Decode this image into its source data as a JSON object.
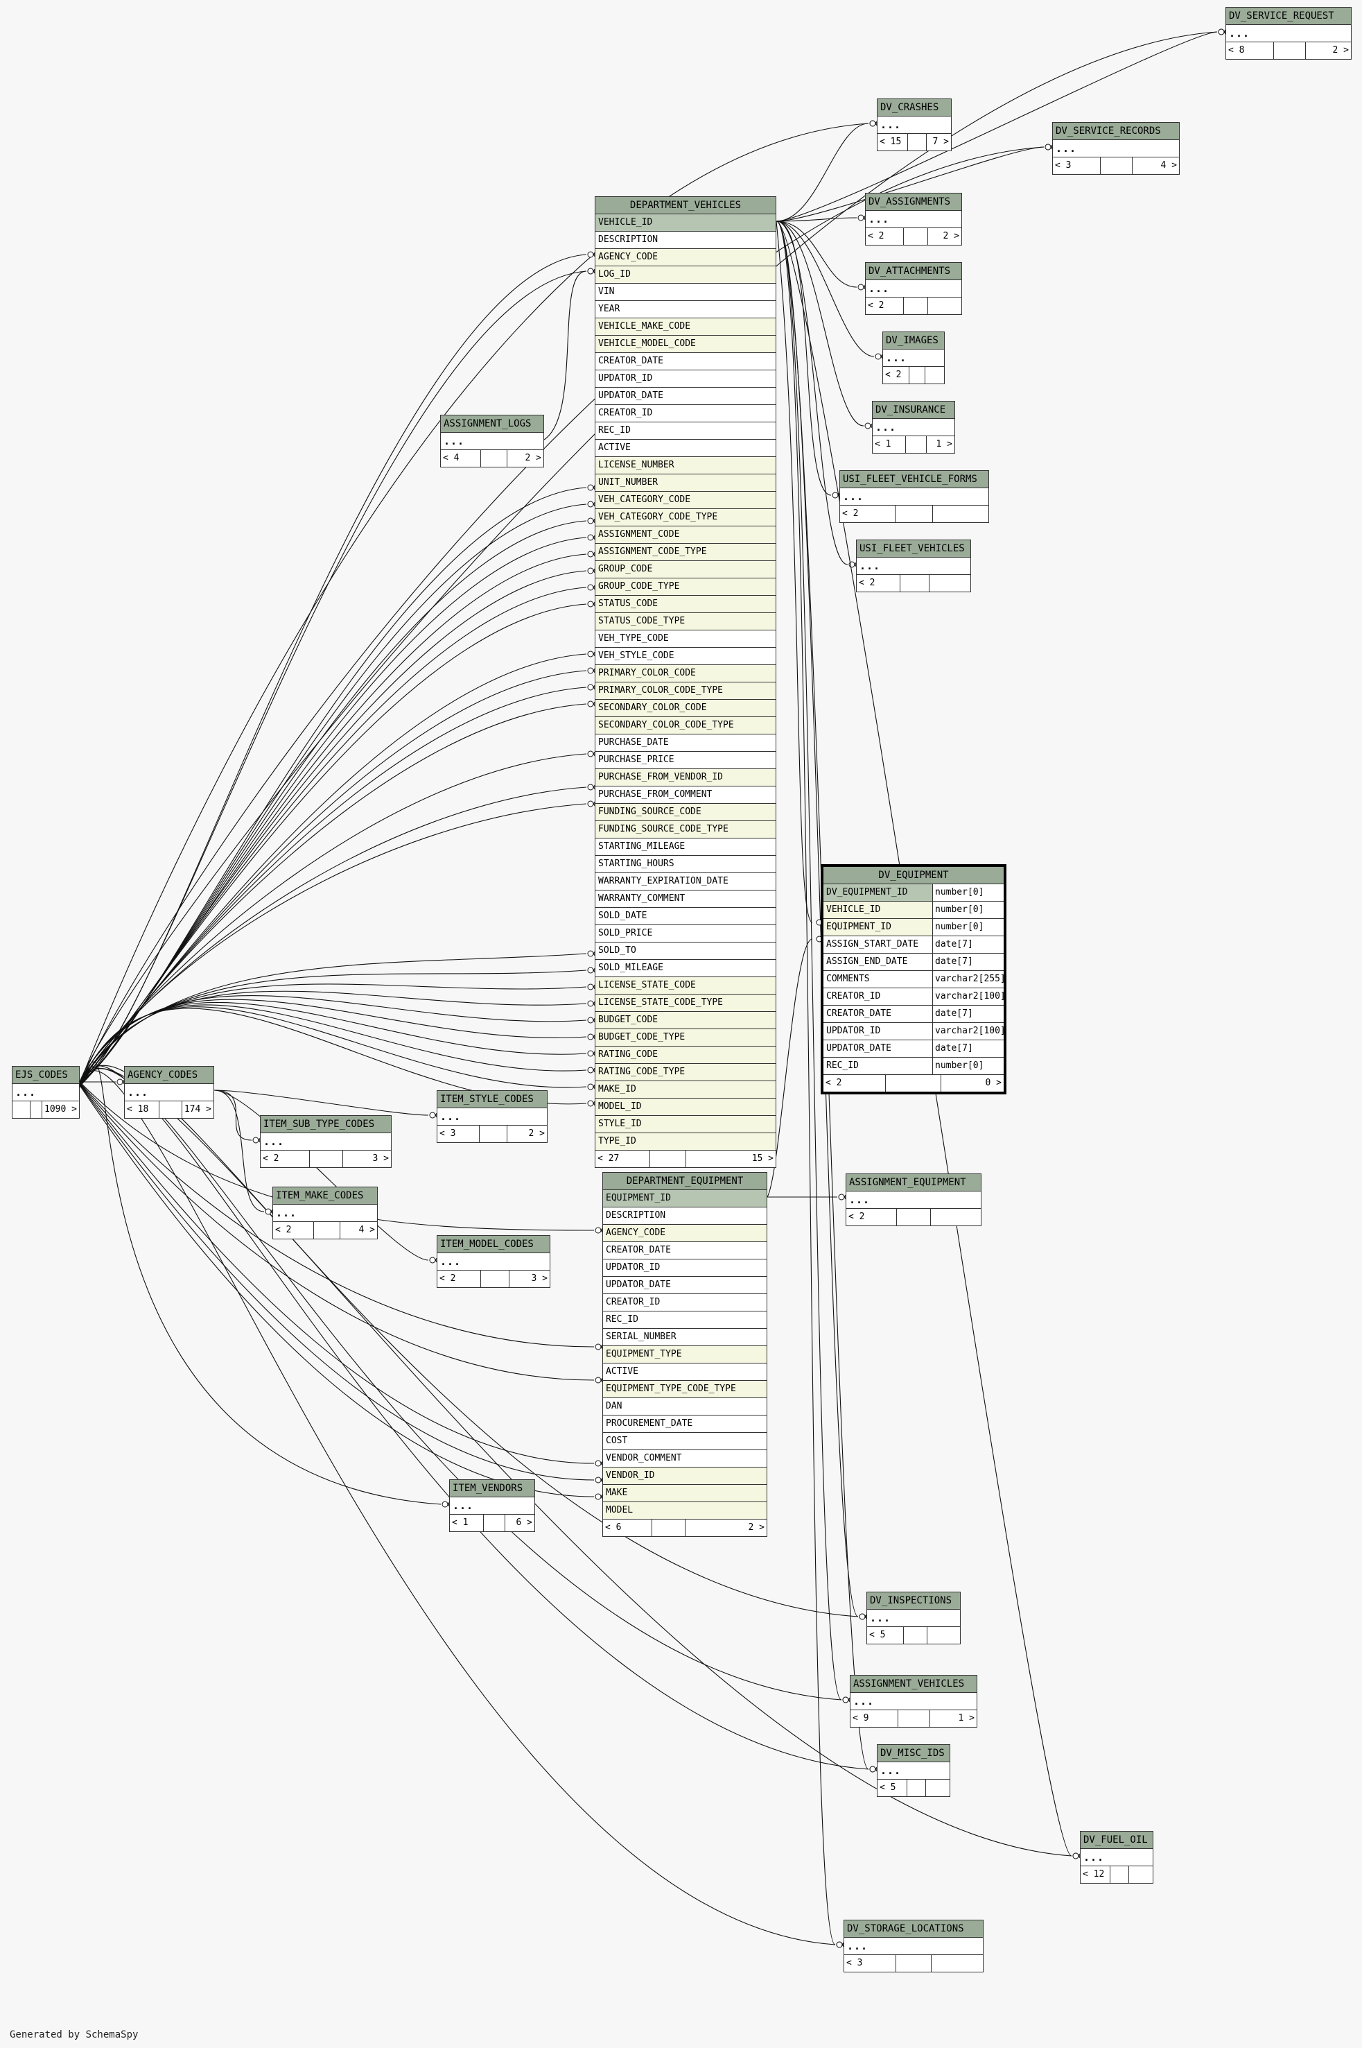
{
  "footer": "Generated by SchemaSpy",
  "tables": {
    "dv_service_request": {
      "name": "DV_SERVICE_REQUEST",
      "ellipsis": "...",
      "parents": "< 8",
      "children": "2 >"
    },
    "dv_crashes": {
      "name": "DV_CRASHES",
      "ellipsis": "...",
      "parents": "< 15",
      "children": "7 >"
    },
    "dv_service_records": {
      "name": "DV_SERVICE_RECORDS",
      "ellipsis": "...",
      "parents": "< 3",
      "children": "4 >"
    },
    "dv_assignments": {
      "name": "DV_ASSIGNMENTS",
      "ellipsis": "...",
      "parents": "< 2",
      "children": "2 >"
    },
    "dv_attachments": {
      "name": "DV_ATTACHMENTS",
      "ellipsis": "...",
      "parents": "< 2",
      "children": ""
    },
    "dv_images": {
      "name": "DV_IMAGES",
      "ellipsis": "...",
      "parents": "< 2",
      "children": ""
    },
    "dv_insurance": {
      "name": "DV_INSURANCE",
      "ellipsis": "...",
      "parents": "< 1",
      "children": "1 >"
    },
    "usi_fleet_vehicle_forms": {
      "name": "USI_FLEET_VEHICLE_FORMS",
      "ellipsis": "...",
      "parents": "< 2",
      "children": ""
    },
    "usi_fleet_vehicles": {
      "name": "USI_FLEET_VEHICLES",
      "ellipsis": "...",
      "parents": "< 2",
      "children": ""
    },
    "assignment_logs": {
      "name": "ASSIGNMENT_LOGS",
      "ellipsis": "...",
      "parents": "< 4",
      "children": "2 >"
    },
    "ejs_codes": {
      "name": "EJS_CODES",
      "ellipsis": "...",
      "parents": "",
      "children": "1090 >"
    },
    "agency_codes": {
      "name": "AGENCY_CODES",
      "ellipsis": "...",
      "parents": "< 18",
      "children": "174 >"
    },
    "item_style_codes": {
      "name": "ITEM_STYLE_CODES",
      "ellipsis": "...",
      "parents": "< 3",
      "children": "2 >"
    },
    "item_sub_type_codes": {
      "name": "ITEM_SUB_TYPE_CODES",
      "ellipsis": "...",
      "parents": "< 2",
      "children": "3 >"
    },
    "item_make_codes": {
      "name": "ITEM_MAKE_CODES",
      "ellipsis": "...",
      "parents": "< 2",
      "children": "4 >"
    },
    "item_model_codes": {
      "name": "ITEM_MODEL_CODES",
      "ellipsis": "...",
      "parents": "< 2",
      "children": "3 >"
    },
    "item_vendors": {
      "name": "ITEM_VENDORS",
      "ellipsis": "...",
      "parents": "< 1",
      "children": "6 >"
    },
    "assignment_equipment": {
      "name": "ASSIGNMENT_EQUIPMENT",
      "ellipsis": "...",
      "parents": "< 2",
      "children": ""
    },
    "dv_inspections": {
      "name": "DV_INSPECTIONS",
      "ellipsis": "...",
      "parents": "< 5",
      "children": ""
    },
    "assignment_vehicles": {
      "name": "ASSIGNMENT_VEHICLES",
      "ellipsis": "...",
      "parents": "< 9",
      "children": "1 >"
    },
    "dv_misc_ids": {
      "name": "DV_MISC_IDS",
      "ellipsis": "...",
      "parents": "< 5",
      "children": ""
    },
    "dv_fuel_oil": {
      "name": "DV_FUEL_OIL",
      "ellipsis": "...",
      "parents": "< 12",
      "children": ""
    },
    "dv_storage_locations": {
      "name": "DV_STORAGE_LOCATIONS",
      "ellipsis": "...",
      "parents": "< 3",
      "children": ""
    }
  },
  "department_vehicles": {
    "name": "DEPARTMENT_VEHICLES",
    "parents": "< 27",
    "children": "15 >",
    "columns": [
      {
        "n": "VEHICLE_ID",
        "k": "pk"
      },
      {
        "n": "DESCRIPTION",
        "k": ""
      },
      {
        "n": "AGENCY_CODE",
        "k": "fk"
      },
      {
        "n": "LOG_ID",
        "k": "fk"
      },
      {
        "n": "VIN",
        "k": ""
      },
      {
        "n": "YEAR",
        "k": ""
      },
      {
        "n": "VEHICLE_MAKE_CODE",
        "k": "fk"
      },
      {
        "n": "VEHICLE_MODEL_CODE",
        "k": "fk"
      },
      {
        "n": "CREATOR_DATE",
        "k": ""
      },
      {
        "n": "UPDATOR_ID",
        "k": ""
      },
      {
        "n": "UPDATOR_DATE",
        "k": ""
      },
      {
        "n": "CREATOR_ID",
        "k": ""
      },
      {
        "n": "REC_ID",
        "k": ""
      },
      {
        "n": "ACTIVE",
        "k": ""
      },
      {
        "n": "LICENSE_NUMBER",
        "k": "fk"
      },
      {
        "n": "UNIT_NUMBER",
        "k": "fk"
      },
      {
        "n": "VEH_CATEGORY_CODE",
        "k": "fk"
      },
      {
        "n": "VEH_CATEGORY_CODE_TYPE",
        "k": "fk"
      },
      {
        "n": "ASSIGNMENT_CODE",
        "k": "fk"
      },
      {
        "n": "ASSIGNMENT_CODE_TYPE",
        "k": "fk"
      },
      {
        "n": "GROUP_CODE",
        "k": "fk"
      },
      {
        "n": "GROUP_CODE_TYPE",
        "k": "fk"
      },
      {
        "n": "STATUS_CODE",
        "k": "fk"
      },
      {
        "n": "STATUS_CODE_TYPE",
        "k": "fk"
      },
      {
        "n": "VEH_TYPE_CODE",
        "k": ""
      },
      {
        "n": "VEH_STYLE_CODE",
        "k": ""
      },
      {
        "n": "PRIMARY_COLOR_CODE",
        "k": "fk"
      },
      {
        "n": "PRIMARY_COLOR_CODE_TYPE",
        "k": "fk"
      },
      {
        "n": "SECONDARY_COLOR_CODE",
        "k": "fk"
      },
      {
        "n": "SECONDARY_COLOR_CODE_TYPE",
        "k": "fk"
      },
      {
        "n": "PURCHASE_DATE",
        "k": ""
      },
      {
        "n": "PURCHASE_PRICE",
        "k": ""
      },
      {
        "n": "PURCHASE_FROM_VENDOR_ID",
        "k": "fk"
      },
      {
        "n": "PURCHASE_FROM_COMMENT",
        "k": ""
      },
      {
        "n": "FUNDING_SOURCE_CODE",
        "k": "fk"
      },
      {
        "n": "FUNDING_SOURCE_CODE_TYPE",
        "k": "fk"
      },
      {
        "n": "STARTING_MILEAGE",
        "k": ""
      },
      {
        "n": "STARTING_HOURS",
        "k": ""
      },
      {
        "n": "WARRANTY_EXPIRATION_DATE",
        "k": ""
      },
      {
        "n": "WARRANTY_COMMENT",
        "k": ""
      },
      {
        "n": "SOLD_DATE",
        "k": ""
      },
      {
        "n": "SOLD_PRICE",
        "k": ""
      },
      {
        "n": "SOLD_TO",
        "k": ""
      },
      {
        "n": "SOLD_MILEAGE",
        "k": ""
      },
      {
        "n": "LICENSE_STATE_CODE",
        "k": "fk"
      },
      {
        "n": "LICENSE_STATE_CODE_TYPE",
        "k": "fk"
      },
      {
        "n": "BUDGET_CODE",
        "k": "fk"
      },
      {
        "n": "BUDGET_CODE_TYPE",
        "k": "fk"
      },
      {
        "n": "RATING_CODE",
        "k": "fk"
      },
      {
        "n": "RATING_CODE_TYPE",
        "k": "fk"
      },
      {
        "n": "MAKE_ID",
        "k": "fk"
      },
      {
        "n": "MODEL_ID",
        "k": "fk"
      },
      {
        "n": "STYLE_ID",
        "k": "fk"
      },
      {
        "n": "TYPE_ID",
        "k": "fk"
      }
    ]
  },
  "department_equipment": {
    "name": "DEPARTMENT_EQUIPMENT",
    "parents": "< 6",
    "children": "2 >",
    "columns": [
      {
        "n": "EQUIPMENT_ID",
        "k": "pk"
      },
      {
        "n": "DESCRIPTION",
        "k": ""
      },
      {
        "n": "AGENCY_CODE",
        "k": "fk"
      },
      {
        "n": "CREATOR_DATE",
        "k": ""
      },
      {
        "n": "UPDATOR_ID",
        "k": ""
      },
      {
        "n": "UPDATOR_DATE",
        "k": ""
      },
      {
        "n": "CREATOR_ID",
        "k": ""
      },
      {
        "n": "REC_ID",
        "k": ""
      },
      {
        "n": "SERIAL_NUMBER",
        "k": ""
      },
      {
        "n": "EQUIPMENT_TYPE",
        "k": "fk"
      },
      {
        "n": "ACTIVE",
        "k": ""
      },
      {
        "n": "EQUIPMENT_TYPE_CODE_TYPE",
        "k": "fk"
      },
      {
        "n": "DAN",
        "k": ""
      },
      {
        "n": "PROCUREMENT_DATE",
        "k": ""
      },
      {
        "n": "COST",
        "k": ""
      },
      {
        "n": "VENDOR_COMMENT",
        "k": ""
      },
      {
        "n": "VENDOR_ID",
        "k": "fk"
      },
      {
        "n": "MAKE",
        "k": "fk"
      },
      {
        "n": "MODEL",
        "k": "fk"
      }
    ]
  },
  "dv_equipment": {
    "name": "DV_EQUIPMENT",
    "parents": "< 2",
    "children": "0 >",
    "columns": [
      {
        "n": "DV_EQUIPMENT_ID",
        "t": "number[0]",
        "k": "pk"
      },
      {
        "n": "VEHICLE_ID",
        "t": "number[0]",
        "k": "fk"
      },
      {
        "n": "EQUIPMENT_ID",
        "t": "number[0]",
        "k": "fk"
      },
      {
        "n": "ASSIGN_START_DATE",
        "t": "date[7]",
        "k": ""
      },
      {
        "n": "ASSIGN_END_DATE",
        "t": "date[7]",
        "k": ""
      },
      {
        "n": "COMMENTS",
        "t": "varchar2[255]",
        "k": ""
      },
      {
        "n": "CREATOR_ID",
        "t": "varchar2[100]",
        "k": ""
      },
      {
        "n": "CREATOR_DATE",
        "t": "date[7]",
        "k": ""
      },
      {
        "n": "UPDATOR_ID",
        "t": "varchar2[100]",
        "k": ""
      },
      {
        "n": "UPDATOR_DATE",
        "t": "date[7]",
        "k": ""
      },
      {
        "n": "REC_ID",
        "t": "number[0]",
        "k": ""
      }
    ]
  }
}
